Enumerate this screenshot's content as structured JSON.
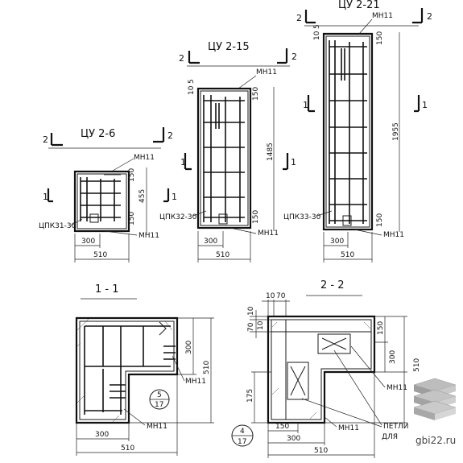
{
  "watermark": {
    "text": "gbi22.ru"
  },
  "elements": [
    {
      "mark": "ЦУ 2-6",
      "section_mark_left": "2",
      "section_mark_right": "2",
      "cut_mark": "1",
      "frame_label": "ЦПК31-30",
      "loop_label": "МН11",
      "dims": {
        "height": "455",
        "top": "150",
        "bottom": "150",
        "inner_width": "300",
        "width": "510"
      }
    },
    {
      "mark": "ЦУ 2-15",
      "section_mark_left": "2",
      "section_mark_right": "2",
      "cut_mark": "1",
      "frame_label": "ЦПК32-30",
      "loop_label": "МН11",
      "dims": {
        "height": "1485",
        "top": "150",
        "bottom": "150",
        "offset_a": "10",
        "offset_b": "5",
        "inner_width": "300",
        "width": "510"
      }
    },
    {
      "mark": "ЦУ 2-21",
      "section_mark_left": "2",
      "section_mark_right": "2",
      "cut_mark": "1",
      "frame_label": "ЦПК33-30",
      "loop_label": "МН11",
      "dims": {
        "height": "1955",
        "top": "150",
        "bottom": "150",
        "offset_a": "10",
        "offset_b": "5",
        "inner_width": "300",
        "width": "510"
      }
    }
  ],
  "section_1_1": {
    "title": "1 - 1",
    "loop_label": "МН11",
    "node_ref": {
      "top": "5",
      "bottom": "17"
    },
    "dims": {
      "v300": "300",
      "v510": "510",
      "h300": "300",
      "h510": "510"
    }
  },
  "section_2_2": {
    "title": "2 - 2",
    "loop_label": "МН11",
    "lift_label_1": "ПЕТЛИ",
    "lift_label_2": "ДЛЯ",
    "node_ref": {
      "top": "4",
      "bottom": "17"
    },
    "dims": {
      "t10": "10",
      "t70": "70",
      "l10a": "10",
      "l70": "70",
      "l10b": "10",
      "v150": "150",
      "v300": "300",
      "v510": "510",
      "v175": "175",
      "h150": "150",
      "h300": "300",
      "h510": "510"
    }
  }
}
